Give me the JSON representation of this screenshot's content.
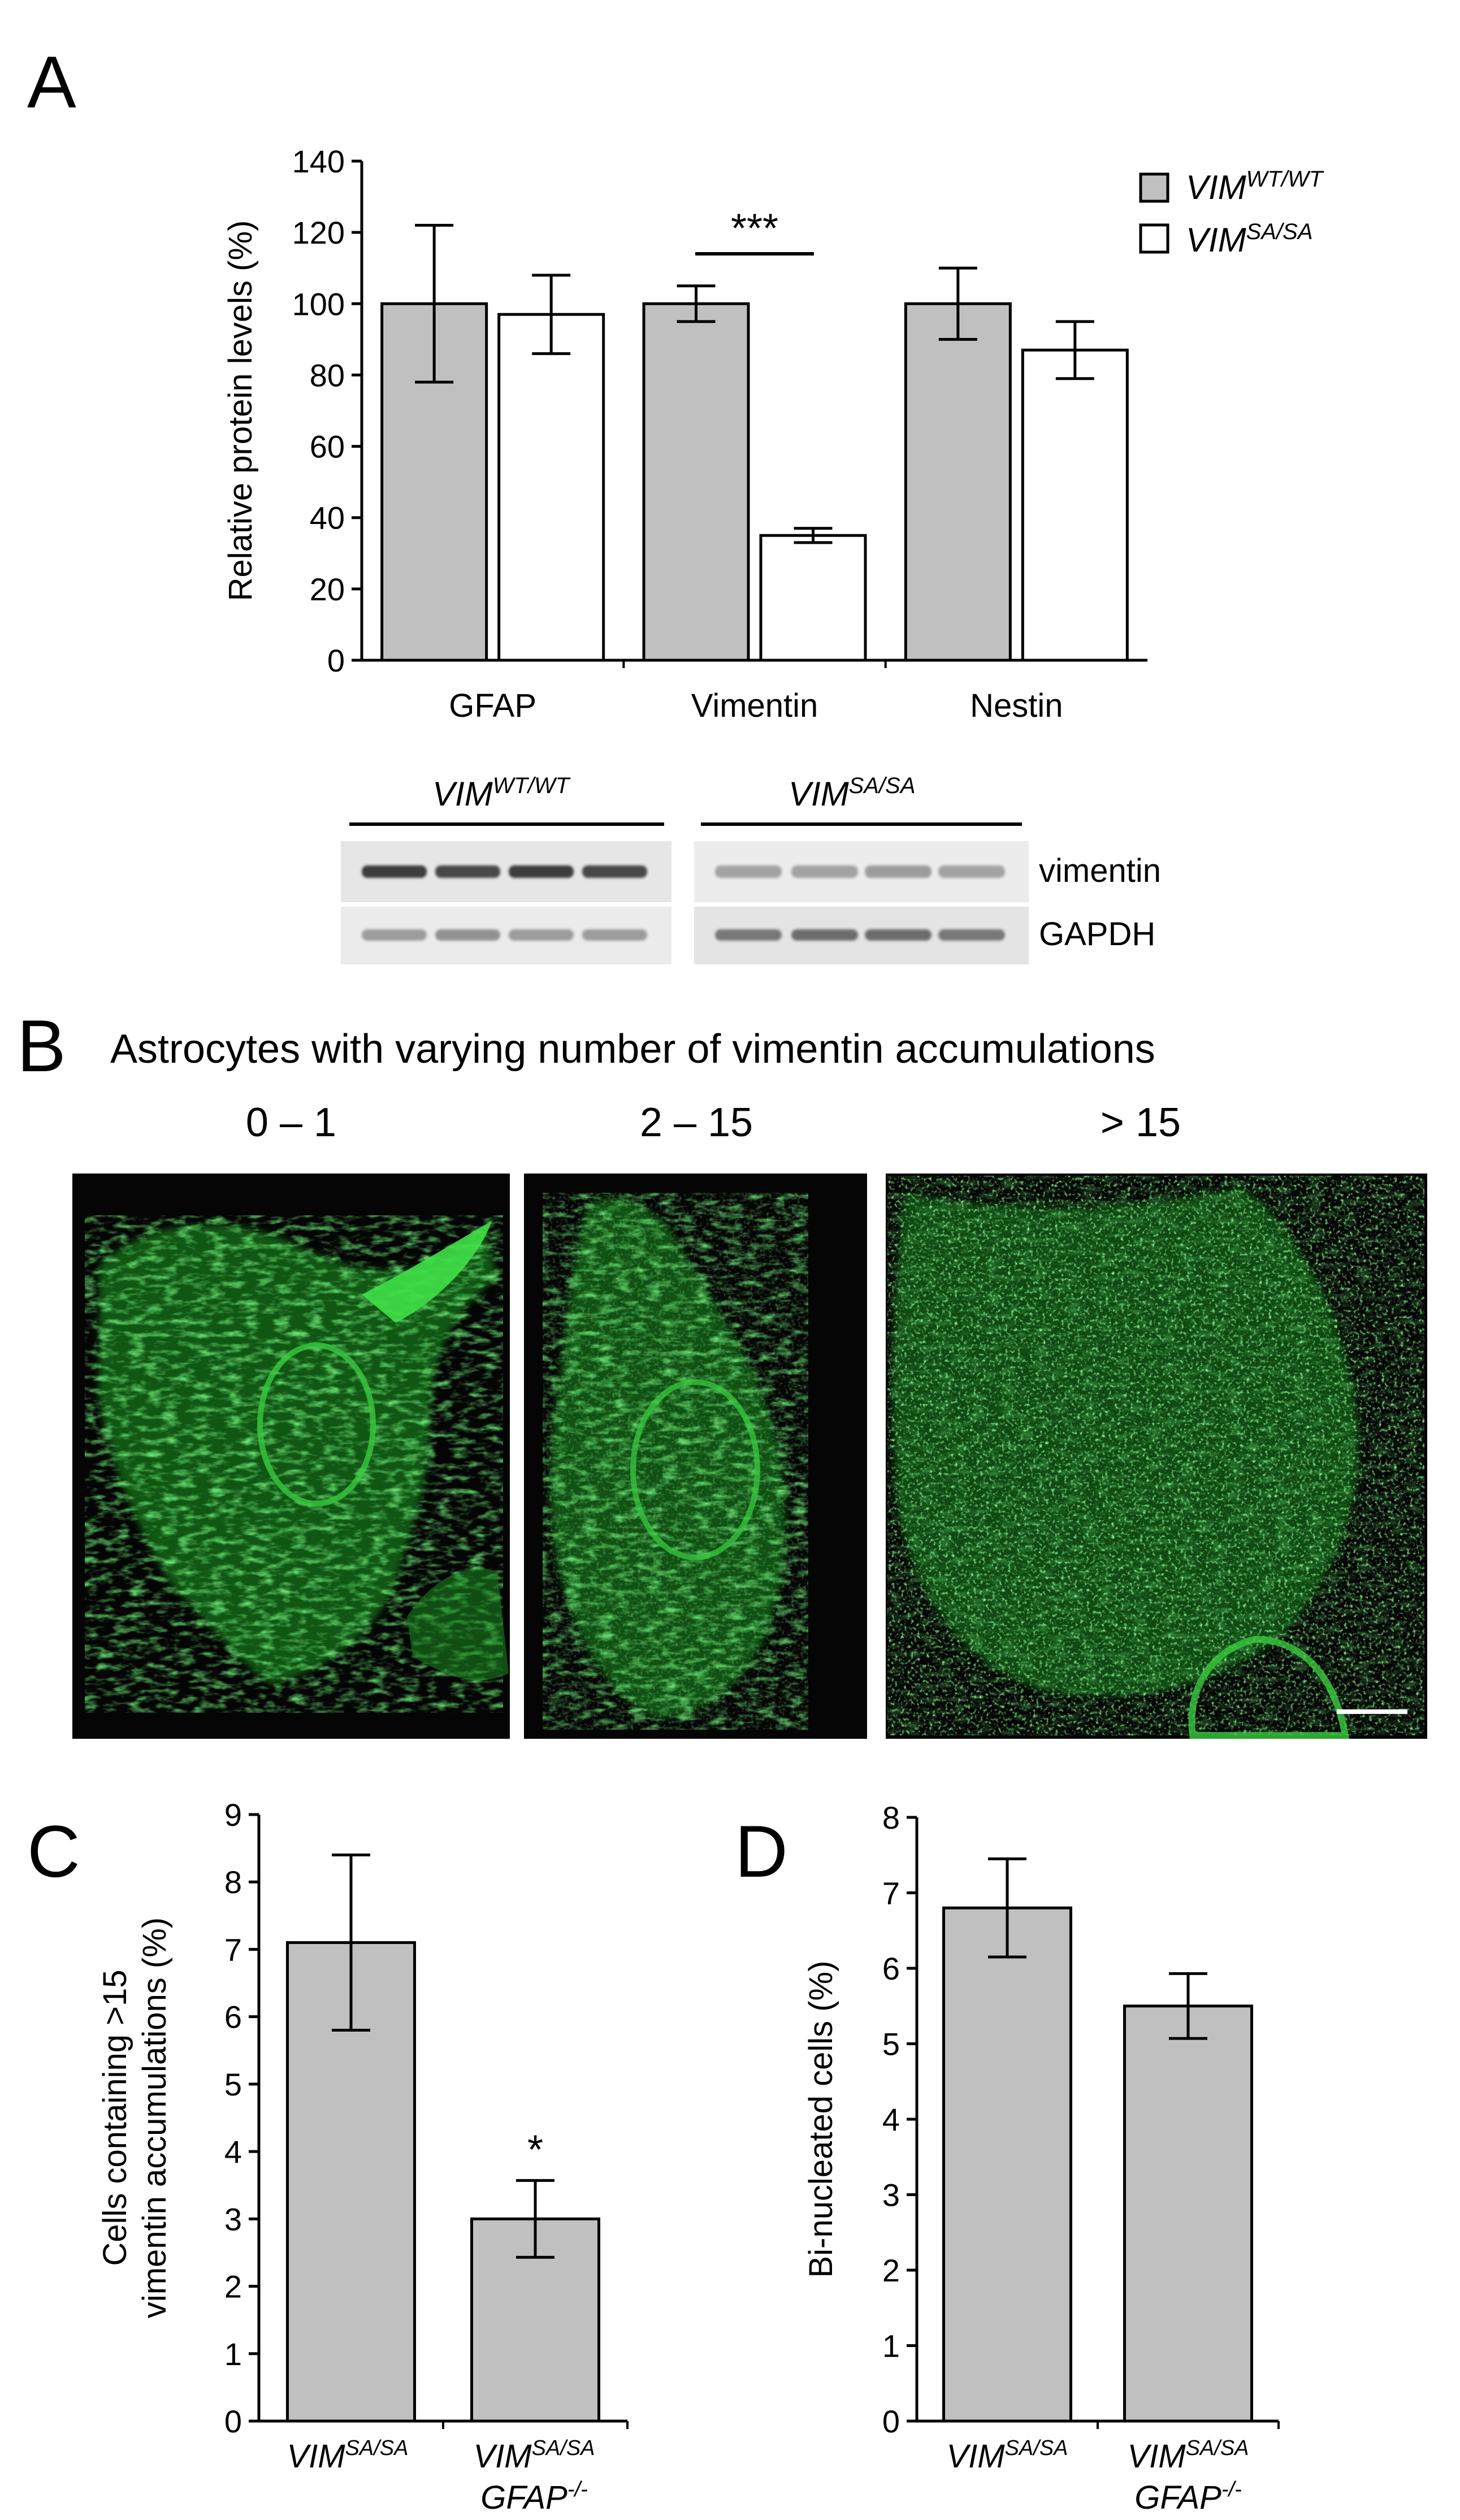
{
  "panels": {
    "a": {
      "letter": "A"
    },
    "b": {
      "letter": "B",
      "title": "Astrocytes with varying number of vimentin accumulations",
      "columns": [
        "0 – 1",
        "2 – 15",
        "> 15"
      ]
    },
    "c": {
      "letter": "C"
    },
    "d": {
      "letter": "D"
    }
  },
  "colors": {
    "wt_bar": "#c0c0c0",
    "sa_bar": "#ffffff",
    "stroke": "#000000",
    "fluorescence": "#22c22a"
  },
  "legend": {
    "wt": {
      "base": "VIM",
      "sup": "WT/WT"
    },
    "sa": {
      "base": "VIM",
      "sup": "SA/SA"
    }
  },
  "western_blot": {
    "group_wt": {
      "base": "VIM",
      "sup": "WT/WT"
    },
    "group_sa": {
      "base": "VIM",
      "sup": "SA/SA"
    },
    "rows": [
      "vimentin",
      "GAPDH"
    ]
  },
  "chart_data": [
    {
      "panel": "A",
      "type": "bar",
      "categories": [
        "GFAP",
        "Vimentin",
        "Nestin"
      ],
      "series": [
        {
          "name": "VIM WT/WT",
          "values": [
            100,
            100,
            100
          ],
          "errors": [
            22,
            5,
            10
          ]
        },
        {
          "name": "VIM SA/SA",
          "values": [
            97,
            35,
            87
          ],
          "errors": [
            11,
            2,
            8
          ]
        }
      ],
      "ylabel": "Relative protein  levels (%)",
      "ylim": [
        0,
        140
      ],
      "yticks": [
        "0",
        "20",
        "40",
        "60",
        "80",
        "100",
        "120",
        "140"
      ],
      "annotation": "***",
      "legend_position": "top-right",
      "grid": false
    },
    {
      "panel": "C",
      "type": "bar",
      "categories": [
        "VIM SA/SA",
        "VIM SA/SA GFAP-/-"
      ],
      "values": [
        7.1,
        3.0
      ],
      "errors": [
        1.3,
        0.57
      ],
      "ylabel_lines": [
        "Cells containing  >15",
        "vimentin accumulations  (%)"
      ],
      "ylim": [
        0,
        9
      ],
      "yticks": [
        "0",
        "1",
        "2",
        "3",
        "4",
        "5",
        "6",
        "7",
        "8",
        "9"
      ],
      "annotation": "*",
      "grid": false
    },
    {
      "panel": "D",
      "type": "bar",
      "categories": [
        "VIM SA/SA",
        "VIM SA/SA GFAP-/-"
      ],
      "values": [
        6.8,
        5.5
      ],
      "errors": [
        0.65,
        0.43
      ],
      "ylabel": "Bi-nucleated  cells (%)",
      "ylim": [
        0,
        8
      ],
      "yticks": [
        "0",
        "1",
        "2",
        "3",
        "4",
        "5",
        "6",
        "7",
        "8"
      ],
      "grid": false
    }
  ],
  "cat_labels": {
    "c1": {
      "base": "VIM",
      "sup": "SA/SA"
    },
    "c2": {
      "base": "VIM",
      "sup": "SA/SA",
      "line2_base": "GFAP",
      "line2_sup": "-/-"
    }
  }
}
